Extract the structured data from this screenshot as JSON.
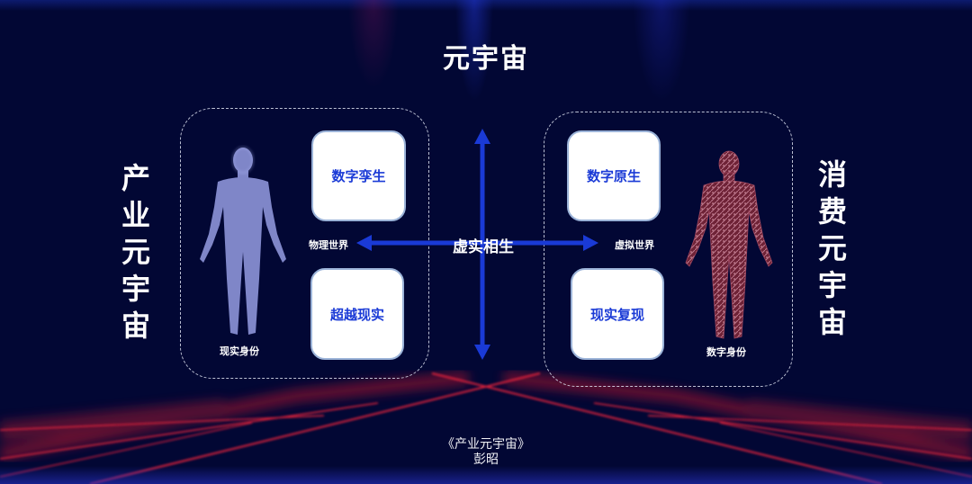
{
  "title": "元宇宙",
  "left_side": {
    "vertical_title": [
      "产",
      "业",
      "元",
      "宇",
      "宙"
    ],
    "figure_label": "现实身份",
    "world_label": "物理世界",
    "cards": [
      {
        "label": "数字孪生"
      },
      {
        "label": "超越现实"
      }
    ]
  },
  "right_side": {
    "vertical_title": [
      "消",
      "费",
      "元",
      "宇",
      "宙"
    ],
    "figure_label": "数字身份",
    "world_label": "虚拟世界",
    "cards": [
      {
        "label": "数字原生"
      },
      {
        "label": "现实复现"
      }
    ]
  },
  "center": {
    "label": "虚实相生"
  },
  "credit": {
    "book": "《产业元宇宙》",
    "author": "彭昭"
  },
  "colors": {
    "background": "#020734",
    "arrow": "#1a3ad6",
    "card_text": "#1a3ad6",
    "physical_figure": "#7f86c8",
    "digital_figure": "#7a2a40",
    "red_beams": "#e0203a"
  }
}
